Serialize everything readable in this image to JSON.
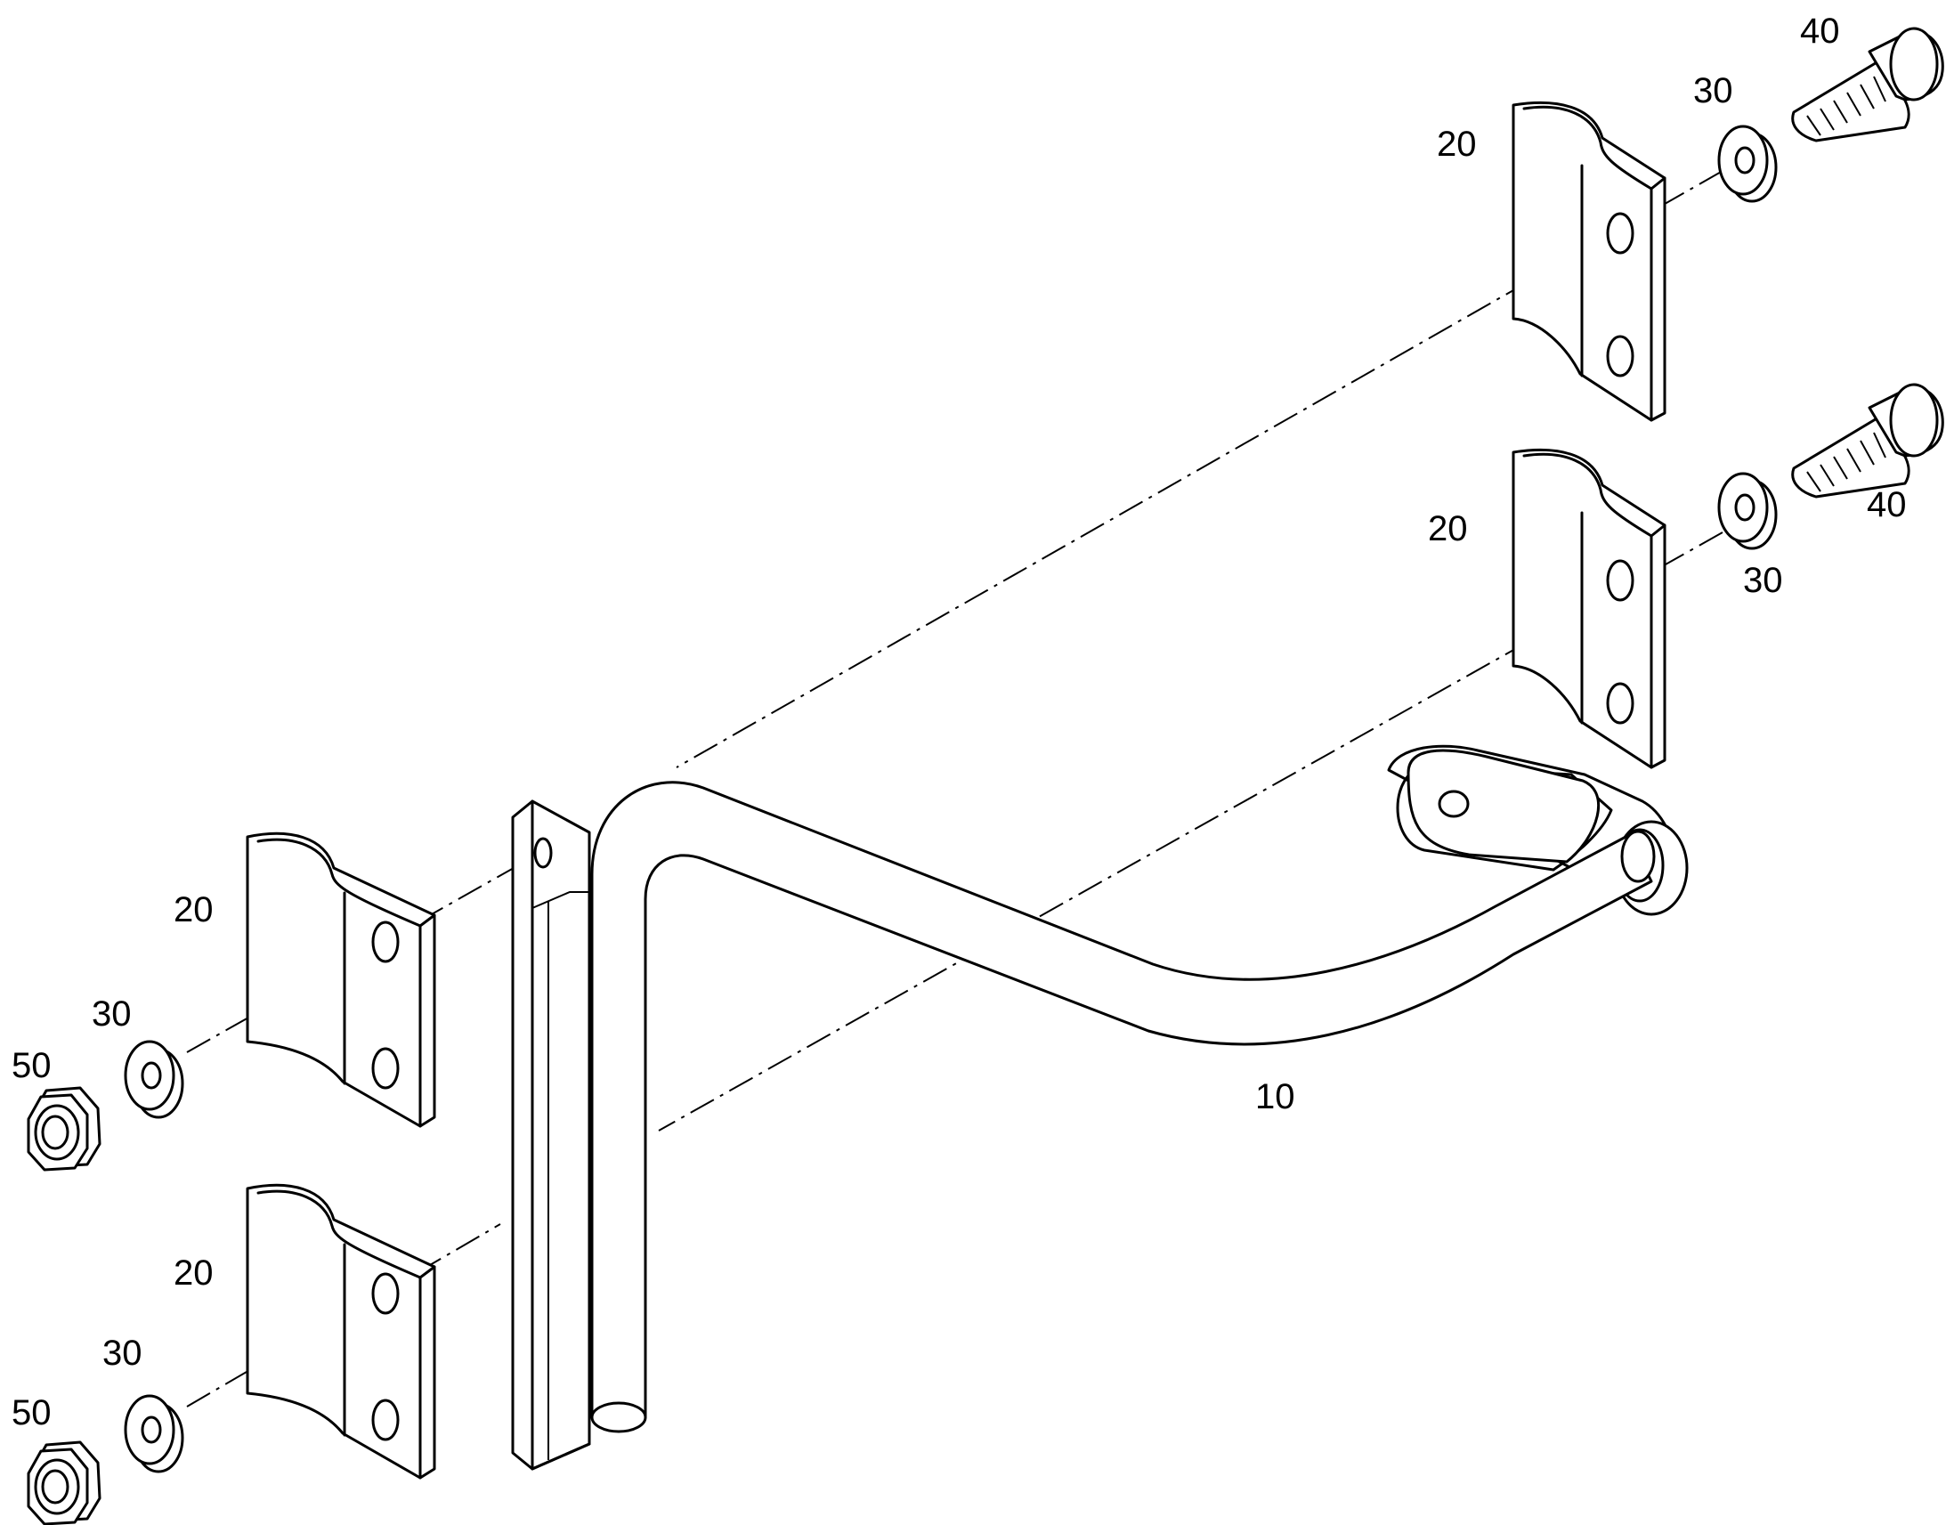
{
  "callouts": {
    "rail": "10",
    "bracket_top_right": "20",
    "bracket_mid_right": "20",
    "bracket_upper_left": "20",
    "bracket_lower_left": "20",
    "washer_top_right": "30",
    "washer_mid_right": "30",
    "washer_upper_left": "30",
    "washer_lower_left": "30",
    "bolt_top": "40",
    "bolt_mid": "40",
    "nut_upper": "50",
    "nut_lower": "50"
  },
  "colors": {
    "line": "#000000",
    "background": "#ffffff"
  }
}
